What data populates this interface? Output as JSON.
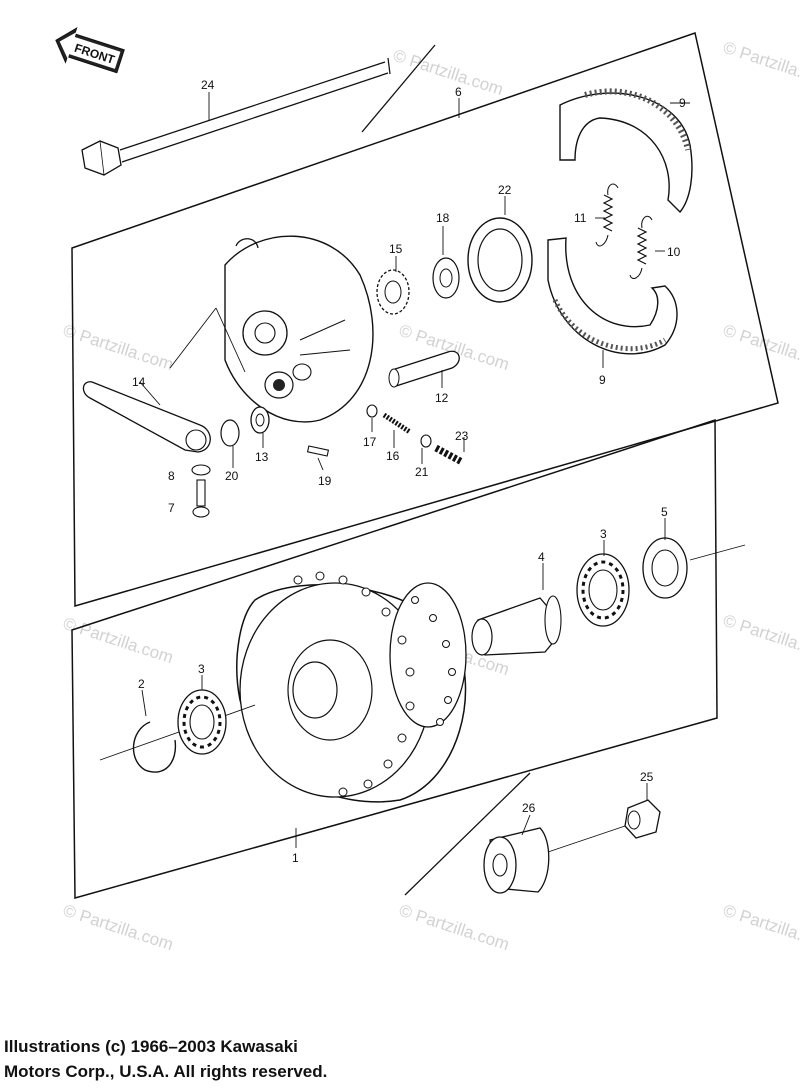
{
  "front_label": "FRONT",
  "watermark": "© Partzilla.com",
  "copyright": {
    "line1": "Illustrations (c) 1966–2003 Kawasaki",
    "line2": "Motors Corp., U.S.A.  All rights reserved."
  },
  "callouts": [
    {
      "id": "c24",
      "text": "24"
    },
    {
      "id": "c6",
      "text": "6"
    },
    {
      "id": "c9a",
      "text": "9"
    },
    {
      "id": "c22",
      "text": "22"
    },
    {
      "id": "c18",
      "text": "18"
    },
    {
      "id": "c15",
      "text": "15"
    },
    {
      "id": "c11",
      "text": "11"
    },
    {
      "id": "c10",
      "text": "10"
    },
    {
      "id": "c9b",
      "text": "9"
    },
    {
      "id": "c12",
      "text": "12"
    },
    {
      "id": "c14",
      "text": "14"
    },
    {
      "id": "c17",
      "text": "17"
    },
    {
      "id": "c23",
      "text": "23"
    },
    {
      "id": "c16",
      "text": "16"
    },
    {
      "id": "c21",
      "text": "21"
    },
    {
      "id": "c8",
      "text": "8"
    },
    {
      "id": "c20",
      "text": "20"
    },
    {
      "id": "c13",
      "text": "13"
    },
    {
      "id": "c19",
      "text": "19"
    },
    {
      "id": "c7",
      "text": "7"
    },
    {
      "id": "c5",
      "text": "5"
    },
    {
      "id": "c3a",
      "text": "3"
    },
    {
      "id": "c4",
      "text": "4"
    },
    {
      "id": "c3b",
      "text": "3"
    },
    {
      "id": "c2",
      "text": "2"
    },
    {
      "id": "c25",
      "text": "25"
    },
    {
      "id": "c26",
      "text": "26"
    },
    {
      "id": "c1",
      "text": "1"
    }
  ]
}
